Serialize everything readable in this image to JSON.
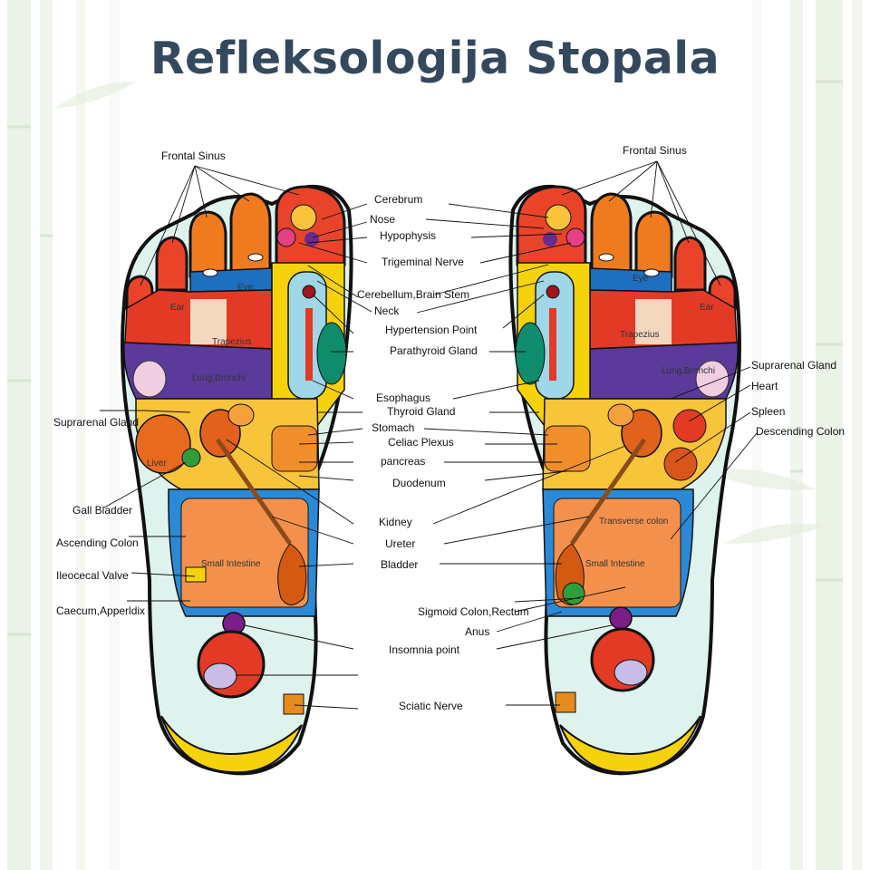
{
  "title": "Refleksologija Stopala",
  "colors": {
    "title": "#34495e"
  },
  "left_labels": {
    "frontal_sinus": "Frontal Sinus",
    "suprarenal_gland": "Suprarenal Gland",
    "gall_bladder": "Gall Bladder",
    "ascending_colon": "Ascending Colon",
    "ileocecal_valve": "Ileocecal Valve",
    "caecum_appendix": "Caecum,Apperldix"
  },
  "center_labels": {
    "cerebrum": "Cerebrum",
    "nose": "Nose",
    "hypophysis": "Hypophysis",
    "trigeminal_nerve": "Trigeminal Nerve",
    "cerebellum": "Cerebellum,Brain Stem",
    "neck": "Neck",
    "hypertension_point": "Hypertension Point",
    "parathyroid_gland": "Parathyroid Gland",
    "esophagus": "Esophagus",
    "thyroid_gland": "Thyroid Gland",
    "stomach": "Stomach",
    "celiac_plexus": "Celiac Plexus",
    "pancreas": "pancreas",
    "duodenum": "Duodenum",
    "kidney": "Kidney",
    "ureter": "Ureter",
    "bladder": "Bladder",
    "sigmoid_colon": "Sigmoid Colon,Rectum",
    "anus": "Anus",
    "insomnia_point": "Insomnia  point",
    "sciatic_nerve": "Sciatic  Nerve"
  },
  "right_labels": {
    "frontal_sinus": "Frontal Sinus",
    "suprarenal_gland": "Suprarenal Gland",
    "heart": "Heart",
    "spleen": "Spleen",
    "descending_colon": "Descending Colon"
  },
  "foot_labels": {
    "eye": "Eye",
    "ear": "Ear",
    "trapezius": "Trapezius",
    "lung_bronchi": "Lung,Bronchi",
    "liver": "Liver",
    "small_intestine": "Small Intestine",
    "transverse_colon": "Transverse colon"
  }
}
